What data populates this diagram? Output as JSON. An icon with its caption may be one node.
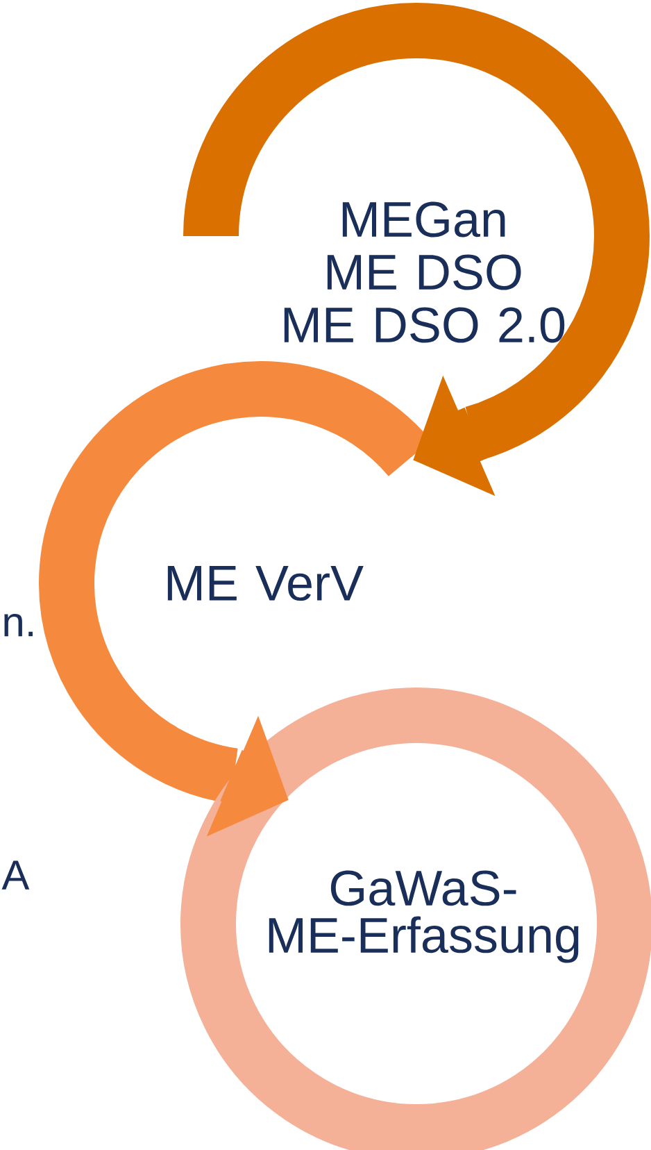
{
  "diagram": {
    "nodes": [
      {
        "text": [
          "MEGan",
          "ME DSO",
          "ME DSO 2.0"
        ]
      },
      {
        "text": [
          "ME VerV"
        ]
      },
      {
        "text": [
          "GaWaS- ME-Erfassung"
        ]
      }
    ],
    "edges": [
      {
        "from": 0,
        "to": 1,
        "arrow": "to",
        "color": "#d97000"
      },
      {
        "from": 1,
        "to": 2,
        "arrow": "to",
        "color": "#f58a3e"
      }
    ],
    "labels": [
      "n.",
      "A"
    ]
  }
}
